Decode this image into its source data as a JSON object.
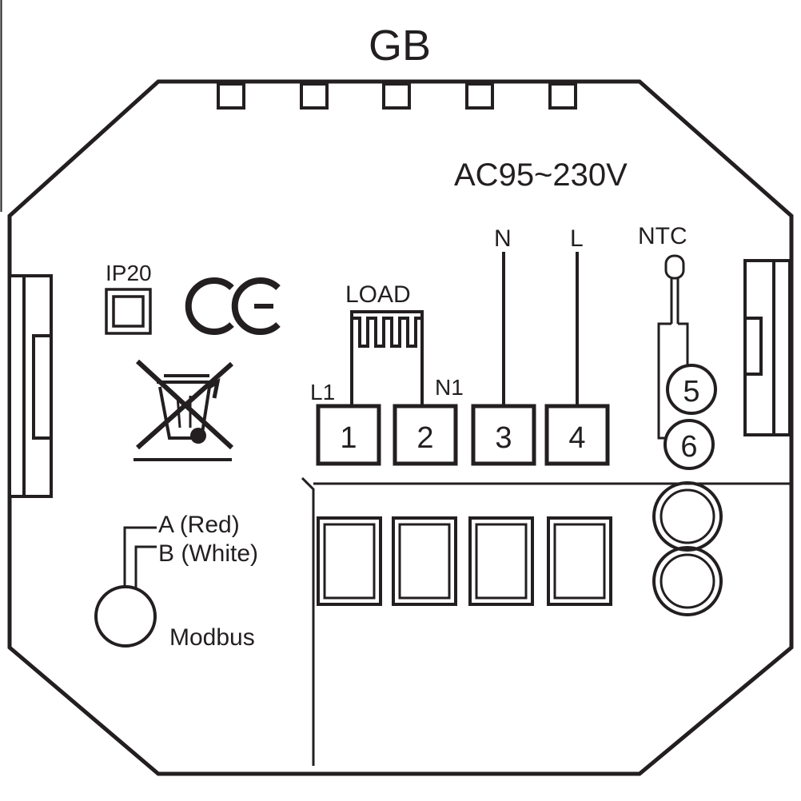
{
  "header": {
    "region_label": "GB"
  },
  "specs": {
    "voltage": "AC95~230V"
  },
  "badges": {
    "ip_rating": "IP20",
    "ce_mark": "CE"
  },
  "load": {
    "label": "LOAD",
    "left_wire_label": "L1",
    "right_wire_label": "N1"
  },
  "power": {
    "neutral_label": "N",
    "live_label": "L"
  },
  "terminals": [
    "1",
    "2",
    "3",
    "4"
  ],
  "ntc": {
    "label": "NTC",
    "terminals": [
      "5",
      "6"
    ]
  },
  "modbus": {
    "wire_a_label": "A (Red)",
    "wire_b_label": "B (White)",
    "label": "Modbus"
  },
  "icons": {
    "ip_box": "ip-square-icon",
    "weee": "crossed-bin-icon",
    "heater": "heater-element-icon",
    "sensor": "ntc-sensor-icon"
  }
}
